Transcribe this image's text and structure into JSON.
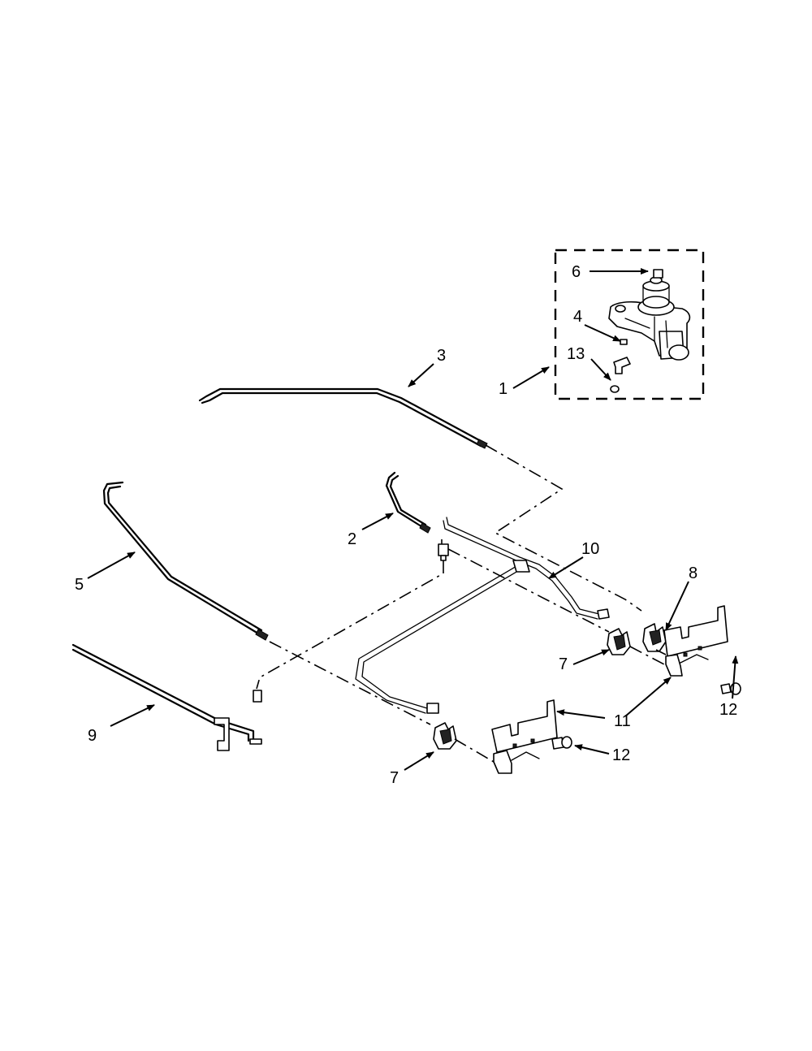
{
  "diagram": {
    "callouts": [
      "1",
      "2",
      "3",
      "4",
      "5",
      "6",
      "7",
      "7",
      "8",
      "9",
      "10",
      "11",
      "12",
      "12",
      "13"
    ],
    "parts": [
      "tube-3",
      "tube-5",
      "tube-2",
      "tube-9",
      "manifold-10",
      "bracket-11",
      "bracket-11",
      "orifice-7",
      "orifice-7",
      "orifice-8",
      "screw-12",
      "screw-12",
      "regulator-assembly-1"
    ]
  }
}
